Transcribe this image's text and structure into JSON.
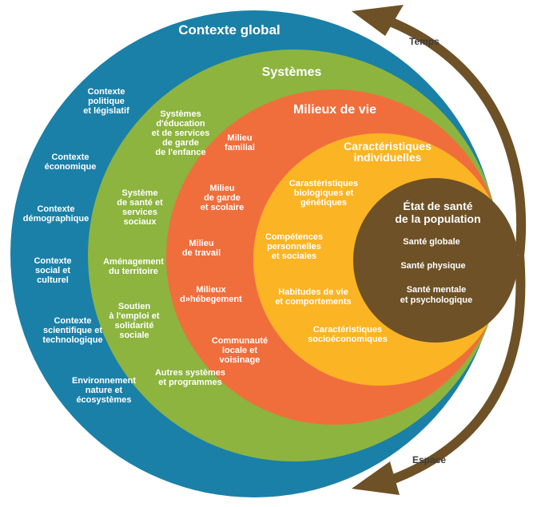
{
  "colors": {
    "global": "#1a80a8",
    "systems": "#8db43e",
    "milieux": "#f06e3c",
    "individual": "#fbb424",
    "health": "#6e5126",
    "arrow": "#6e5126"
  },
  "arrows": {
    "top_label": "Temps",
    "bottom_label": "Espace"
  },
  "rings": {
    "global": {
      "title": "Contexte global",
      "items": [
        [
          "Contexte",
          "politique",
          "et législatif"
        ],
        [
          "Contexte",
          "économique"
        ],
        [
          "Contexte",
          "démographique"
        ],
        [
          "Contexte",
          "social et",
          "culturel"
        ],
        [
          "Contexte",
          "scientifique et",
          "technologique"
        ],
        [
          "Environnement",
          "nature et",
          "écosystèmes"
        ]
      ]
    },
    "systems": {
      "title": "Systèmes",
      "items": [
        [
          "Systèmes",
          "d'éducation",
          "et de services",
          "de garde",
          "de l'enfance"
        ],
        [
          "Système",
          "de santé et",
          "services",
          "sociaux"
        ],
        [
          "Aménagement",
          "du territoire"
        ],
        [
          "Soutien",
          "à l'emploi et",
          "solidarité",
          "sociale"
        ],
        [
          "Autres systèmes",
          "et programmes"
        ]
      ]
    },
    "milieux": {
      "title": "Milieux de vie",
      "items": [
        [
          "Milieu",
          "familial"
        ],
        [
          "Milieu",
          "de garde",
          "et scolaire"
        ],
        [
          "Milieu",
          "de travail"
        ],
        [
          "Milieux",
          "d»hébegement"
        ],
        [
          "Communauté",
          "locale et",
          "voisinage"
        ]
      ]
    },
    "individual": {
      "title": [
        "Caractéristiques",
        "individuelles"
      ],
      "items": [
        [
          "Carastéristiques",
          "biologiques et",
          "génétiques"
        ],
        [
          "Compétences",
          "personnelles",
          "et sociales"
        ],
        [
          "Habitudes de vie",
          "et comportements"
        ],
        [
          "Caractéristiques",
          "socioéconomiques"
        ]
      ]
    },
    "health": {
      "title": [
        "État de santé",
        "de la population"
      ],
      "items": [
        "Santé globale",
        "Santé physique",
        [
          "Santé mentale",
          "et psychologique"
        ]
      ]
    }
  }
}
